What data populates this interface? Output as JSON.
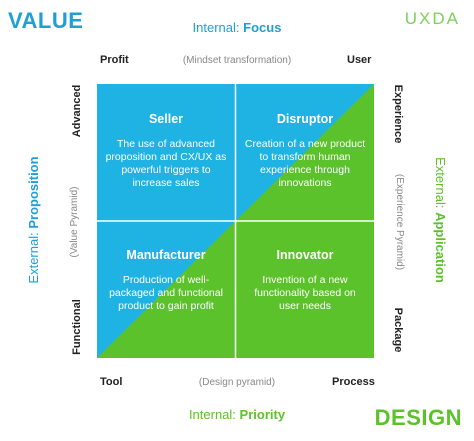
{
  "header": {
    "value_title": "VALUE",
    "brand_logo": "UXDA",
    "design_title": "DESIGN"
  },
  "axes": {
    "top": {
      "prefix": "Internal: ",
      "keyword": "Focus"
    },
    "bottom": {
      "prefix": "Internal: ",
      "keyword": "Priority"
    },
    "left": {
      "prefix": "External: ",
      "keyword": "Proposition"
    },
    "right": {
      "prefix": "External: ",
      "keyword": "Application"
    }
  },
  "edges": {
    "top_left": "Profit",
    "top_right": "User",
    "top_center": "(Mindset transformation)",
    "bottom_left": "Tool",
    "bottom_right": "Process",
    "bottom_center": "(Design pyramid)",
    "left_top": "Advanced",
    "left_bottom": "Functional",
    "left_center": "(Value Pyramid)",
    "right_top": "Experience",
    "right_bottom": "Package",
    "right_center": "(Experience Pyramid)"
  },
  "quadrants": {
    "seller": {
      "title": "Seller",
      "body": "The use of advanced proposition and CX/UX as powerful triggers to increase sales"
    },
    "disruptor": {
      "title": "Disruptor",
      "body": "Creation of a new product to transform human experience through innovations"
    },
    "manufacturer": {
      "title": "Manufacturer",
      "body": "Production of well-packaged and functional product to gain profit"
    },
    "innovator": {
      "title": "Innovator",
      "body": "Invention of a new functionality based on user needs"
    }
  },
  "colors": {
    "blue": "#1fb3e3",
    "green": "#5cc22b",
    "divider": "#ffffff"
  }
}
